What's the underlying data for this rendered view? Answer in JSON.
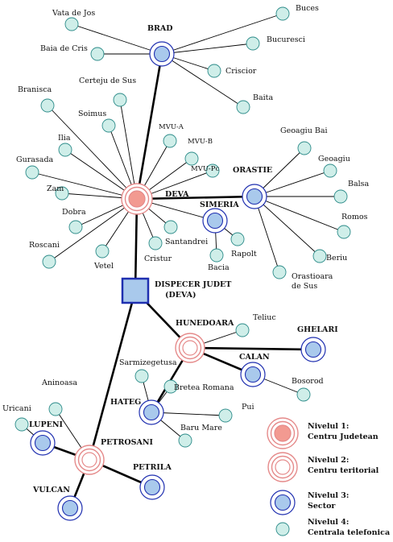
{
  "colors": {
    "judet_outer": "#e58a8a",
    "judet_fill": "#f29a91",
    "teritorial_outer": "#e58a8a",
    "sector_outer": "#1f2fb0",
    "sector_fill": "#a9c9ec",
    "central_fill": "#cfeee9",
    "central_stroke": "#2a8a88",
    "dispecer_fill": "#a9c9ec",
    "dispecer_stroke": "#1f2fb0",
    "line": "#000000"
  },
  "dispecer": {
    "line1": "DISPECER JUDET",
    "line2": "(DEVA)"
  },
  "nodes": [
    {
      "id": "deva",
      "label": "DEVA",
      "level": 1
    },
    {
      "id": "brad",
      "label": "BRAD",
      "level": 3
    },
    {
      "id": "orastie",
      "label": "ORASTIE",
      "level": 3
    },
    {
      "id": "simeria",
      "label": "SIMERIA",
      "level": 3
    },
    {
      "id": "hunedoara",
      "label": "HUNEDOARA",
      "level": 2
    },
    {
      "id": "calan",
      "label": "CALAN",
      "level": 3
    },
    {
      "id": "ghelari",
      "label": "GHELARI",
      "level": 3
    },
    {
      "id": "hateg",
      "label": "HATEG",
      "level": 3
    },
    {
      "id": "petrosani",
      "label": "PETROSANI",
      "level": 2
    },
    {
      "id": "lupeni",
      "label": "LUPENI",
      "level": 3
    },
    {
      "id": "vulcan",
      "label": "VULCAN",
      "level": 3
    },
    {
      "id": "petrila",
      "label": "PETRILA",
      "level": 3
    },
    {
      "id": "vata",
      "label": "Vata de Jos",
      "level": 4
    },
    {
      "id": "baiacris",
      "label": "Baia de Cris",
      "level": 4
    },
    {
      "id": "buces",
      "label": "Buces",
      "level": 4
    },
    {
      "id": "bucuresci",
      "label": "Bucuresci",
      "level": 4
    },
    {
      "id": "criscior",
      "label": "Criscior",
      "level": 4
    },
    {
      "id": "baita",
      "label": "Baita",
      "level": 4
    },
    {
      "id": "branisca",
      "label": "Branisca",
      "level": 4
    },
    {
      "id": "certeju",
      "label": "Certeju de Sus",
      "level": 4
    },
    {
      "id": "soimus",
      "label": "Soimus",
      "level": 4
    },
    {
      "id": "ilia",
      "label": "Ilia",
      "level": 4
    },
    {
      "id": "gurasada",
      "label": "Gurasada",
      "level": 4
    },
    {
      "id": "zam",
      "label": "Zam",
      "level": 4
    },
    {
      "id": "dobra",
      "label": "Dobra",
      "level": 4
    },
    {
      "id": "roscani",
      "label": "Roscani",
      "level": 4
    },
    {
      "id": "vetel",
      "label": "Vetel",
      "level": 4
    },
    {
      "id": "cristur",
      "label": "Cristur",
      "level": 4
    },
    {
      "id": "santandrei",
      "label": "Santandrei",
      "level": 4
    },
    {
      "id": "mvua",
      "label": "MVU-A",
      "level": 4
    },
    {
      "id": "mvub",
      "label": "MVU-B",
      "level": 4
    },
    {
      "id": "mvuc",
      "label": "MVU-Pc",
      "level": 4
    },
    {
      "id": "bacia",
      "label": "Bacia",
      "level": 4
    },
    {
      "id": "rapolt",
      "label": "Rapolt",
      "level": 4
    },
    {
      "id": "geoagiubai",
      "label": "Geoagiu Bai",
      "level": 4
    },
    {
      "id": "geoagiu",
      "label": "Geoagiu",
      "level": 4
    },
    {
      "id": "balsa",
      "label": "Balsa",
      "level": 4
    },
    {
      "id": "romos",
      "label": "Romos",
      "level": 4
    },
    {
      "id": "beriu",
      "label": "Beriu",
      "level": 4
    },
    {
      "id": "orastioara",
      "label": "Orastioara",
      "label2": "de Sus",
      "level": 4
    },
    {
      "id": "teliuc",
      "label": "Teliuc",
      "level": 4
    },
    {
      "id": "bosorod",
      "label": "Bosorod",
      "level": 4
    },
    {
      "id": "sarmizegetusa",
      "label": "Sarmizegetusa",
      "level": 4
    },
    {
      "id": "bretea",
      "label": "Bretea Romana",
      "level": 4
    },
    {
      "id": "pui",
      "label": "Pui",
      "level": 4
    },
    {
      "id": "baru",
      "label": "Baru Mare",
      "level": 4
    },
    {
      "id": "aninoasa",
      "label": "Aninoasa",
      "level": 4
    },
    {
      "id": "uricani",
      "label": "Uricani",
      "level": 4
    }
  ],
  "links": [
    {
      "from": "dispecer",
      "to": "deva",
      "bold": true
    },
    {
      "from": "dispecer",
      "to": "petrosani",
      "bold": true
    },
    {
      "from": "dispecer",
      "to": "hunedoara",
      "bold": true
    },
    {
      "from": "deva",
      "to": "brad",
      "bold": true
    },
    {
      "from": "deva",
      "to": "orastie",
      "bold": true
    },
    {
      "from": "hunedoara",
      "to": "ghelari",
      "bold": true
    },
    {
      "from": "hunedoara",
      "to": "calan",
      "bold": true
    },
    {
      "from": "hunedoara",
      "to": "hateg",
      "bold": true
    },
    {
      "from": "petrosani",
      "to": "lupeni",
      "bold": true
    },
    {
      "from": "petrosani",
      "to": "vulcan",
      "bold": true
    },
    {
      "from": "petrosani",
      "to": "petrila",
      "bold": true
    },
    {
      "from": "deva",
      "to": "simeria",
      "bold": false
    },
    {
      "from": "brad",
      "to": "vata",
      "bold": false
    },
    {
      "from": "brad",
      "to": "baiacris",
      "bold": false
    },
    {
      "from": "brad",
      "to": "buces",
      "bold": false
    },
    {
      "from": "brad",
      "to": "bucuresci",
      "bold": false
    },
    {
      "from": "brad",
      "to": "criscior",
      "bold": false
    },
    {
      "from": "brad",
      "to": "baita",
      "bold": false
    },
    {
      "from": "deva",
      "to": "branisca",
      "bold": false
    },
    {
      "from": "deva",
      "to": "certeju",
      "bold": false
    },
    {
      "from": "deva",
      "to": "soimus",
      "bold": false
    },
    {
      "from": "deva",
      "to": "ilia",
      "bold": false
    },
    {
      "from": "deva",
      "to": "gurasada",
      "bold": false
    },
    {
      "from": "deva",
      "to": "zam",
      "bold": false
    },
    {
      "from": "deva",
      "to": "dobra",
      "bold": false
    },
    {
      "from": "deva",
      "to": "roscani",
      "bold": false
    },
    {
      "from": "deva",
      "to": "vetel",
      "bold": false
    },
    {
      "from": "deva",
      "to": "cristur",
      "bold": false
    },
    {
      "from": "deva",
      "to": "santandrei",
      "bold": false
    },
    {
      "from": "deva",
      "to": "mvua",
      "bold": false
    },
    {
      "from": "deva",
      "to": "mvub",
      "bold": false
    },
    {
      "from": "deva",
      "to": "mvuc",
      "bold": false
    },
    {
      "from": "simeria",
      "to": "bacia",
      "bold": false
    },
    {
      "from": "simeria",
      "to": "rapolt",
      "bold": false
    },
    {
      "from": "orastie",
      "to": "geoagiubai",
      "bold": false
    },
    {
      "from": "orastie",
      "to": "geoagiu",
      "bold": false
    },
    {
      "from": "orastie",
      "to": "balsa",
      "bold": false
    },
    {
      "from": "orastie",
      "to": "romos",
      "bold": false
    },
    {
      "from": "orastie",
      "to": "beriu",
      "bold": false
    },
    {
      "from": "orastie",
      "to": "orastioara",
      "bold": false
    },
    {
      "from": "hunedoara",
      "to": "teliuc",
      "bold": false
    },
    {
      "from": "calan",
      "to": "bosorod",
      "bold": false
    },
    {
      "from": "hateg",
      "to": "sarmizegetusa",
      "bold": false
    },
    {
      "from": "hateg",
      "to": "bretea",
      "bold": false
    },
    {
      "from": "hateg",
      "to": "pui",
      "bold": false
    },
    {
      "from": "hateg",
      "to": "baru",
      "bold": false
    },
    {
      "from": "petrosani",
      "to": "aninoasa",
      "bold": false
    },
    {
      "from": "lupeni",
      "to": "uricani",
      "bold": false
    }
  ],
  "legend": [
    {
      "level": 1,
      "line1": "Nivelul 1:",
      "line2": "Centru Judetean"
    },
    {
      "level": 2,
      "line1": "Nivelul 2:",
      "line2": "Centru teritorial"
    },
    {
      "level": 3,
      "line1": "Nivelul 3:",
      "line2": "Sector"
    },
    {
      "level": 4,
      "line1": "Nivelul 4:",
      "line2": "Centrala telefonica"
    }
  ]
}
